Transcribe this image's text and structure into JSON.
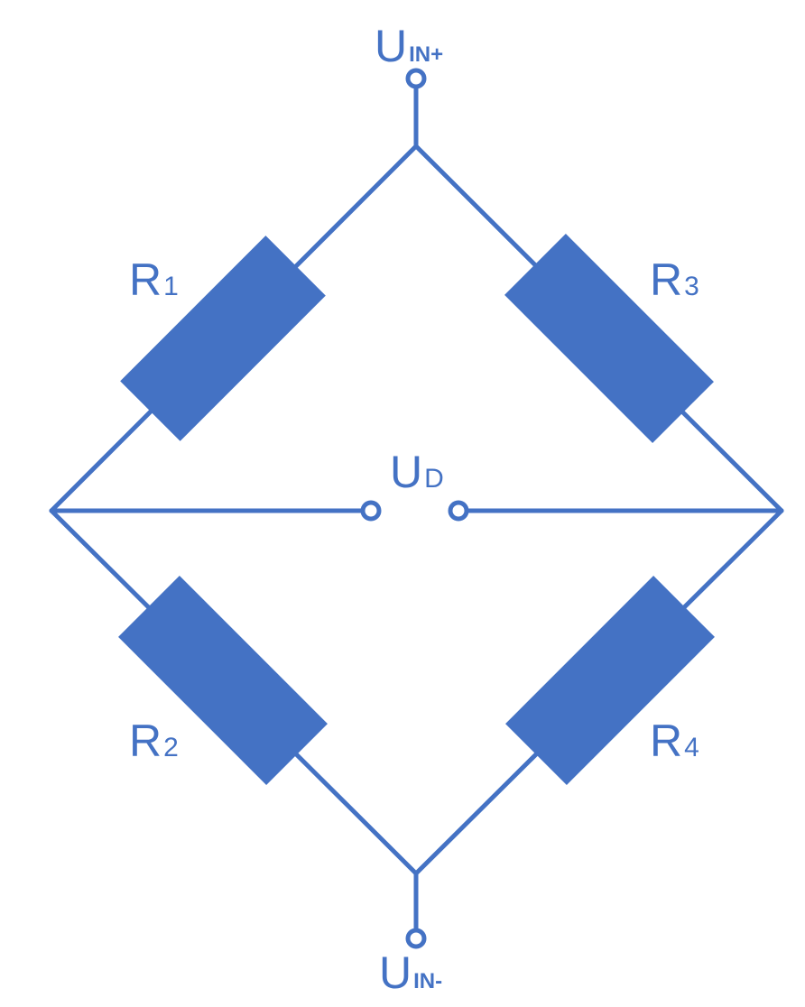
{
  "diagram": {
    "title_hidden": "",
    "color": "#4472C4",
    "terminals": {
      "uin_plus": {
        "main": "U",
        "sub": "IN+"
      },
      "uin_minus": {
        "main": "U",
        "sub": "IN-"
      },
      "ud": {
        "main": "U",
        "sub": "D"
      }
    },
    "resistors": [
      {
        "main": "R",
        "sub": "1"
      },
      {
        "main": "R",
        "sub": "2"
      },
      {
        "main": "R",
        "sub": "3"
      },
      {
        "main": "R",
        "sub": "4"
      }
    ]
  }
}
